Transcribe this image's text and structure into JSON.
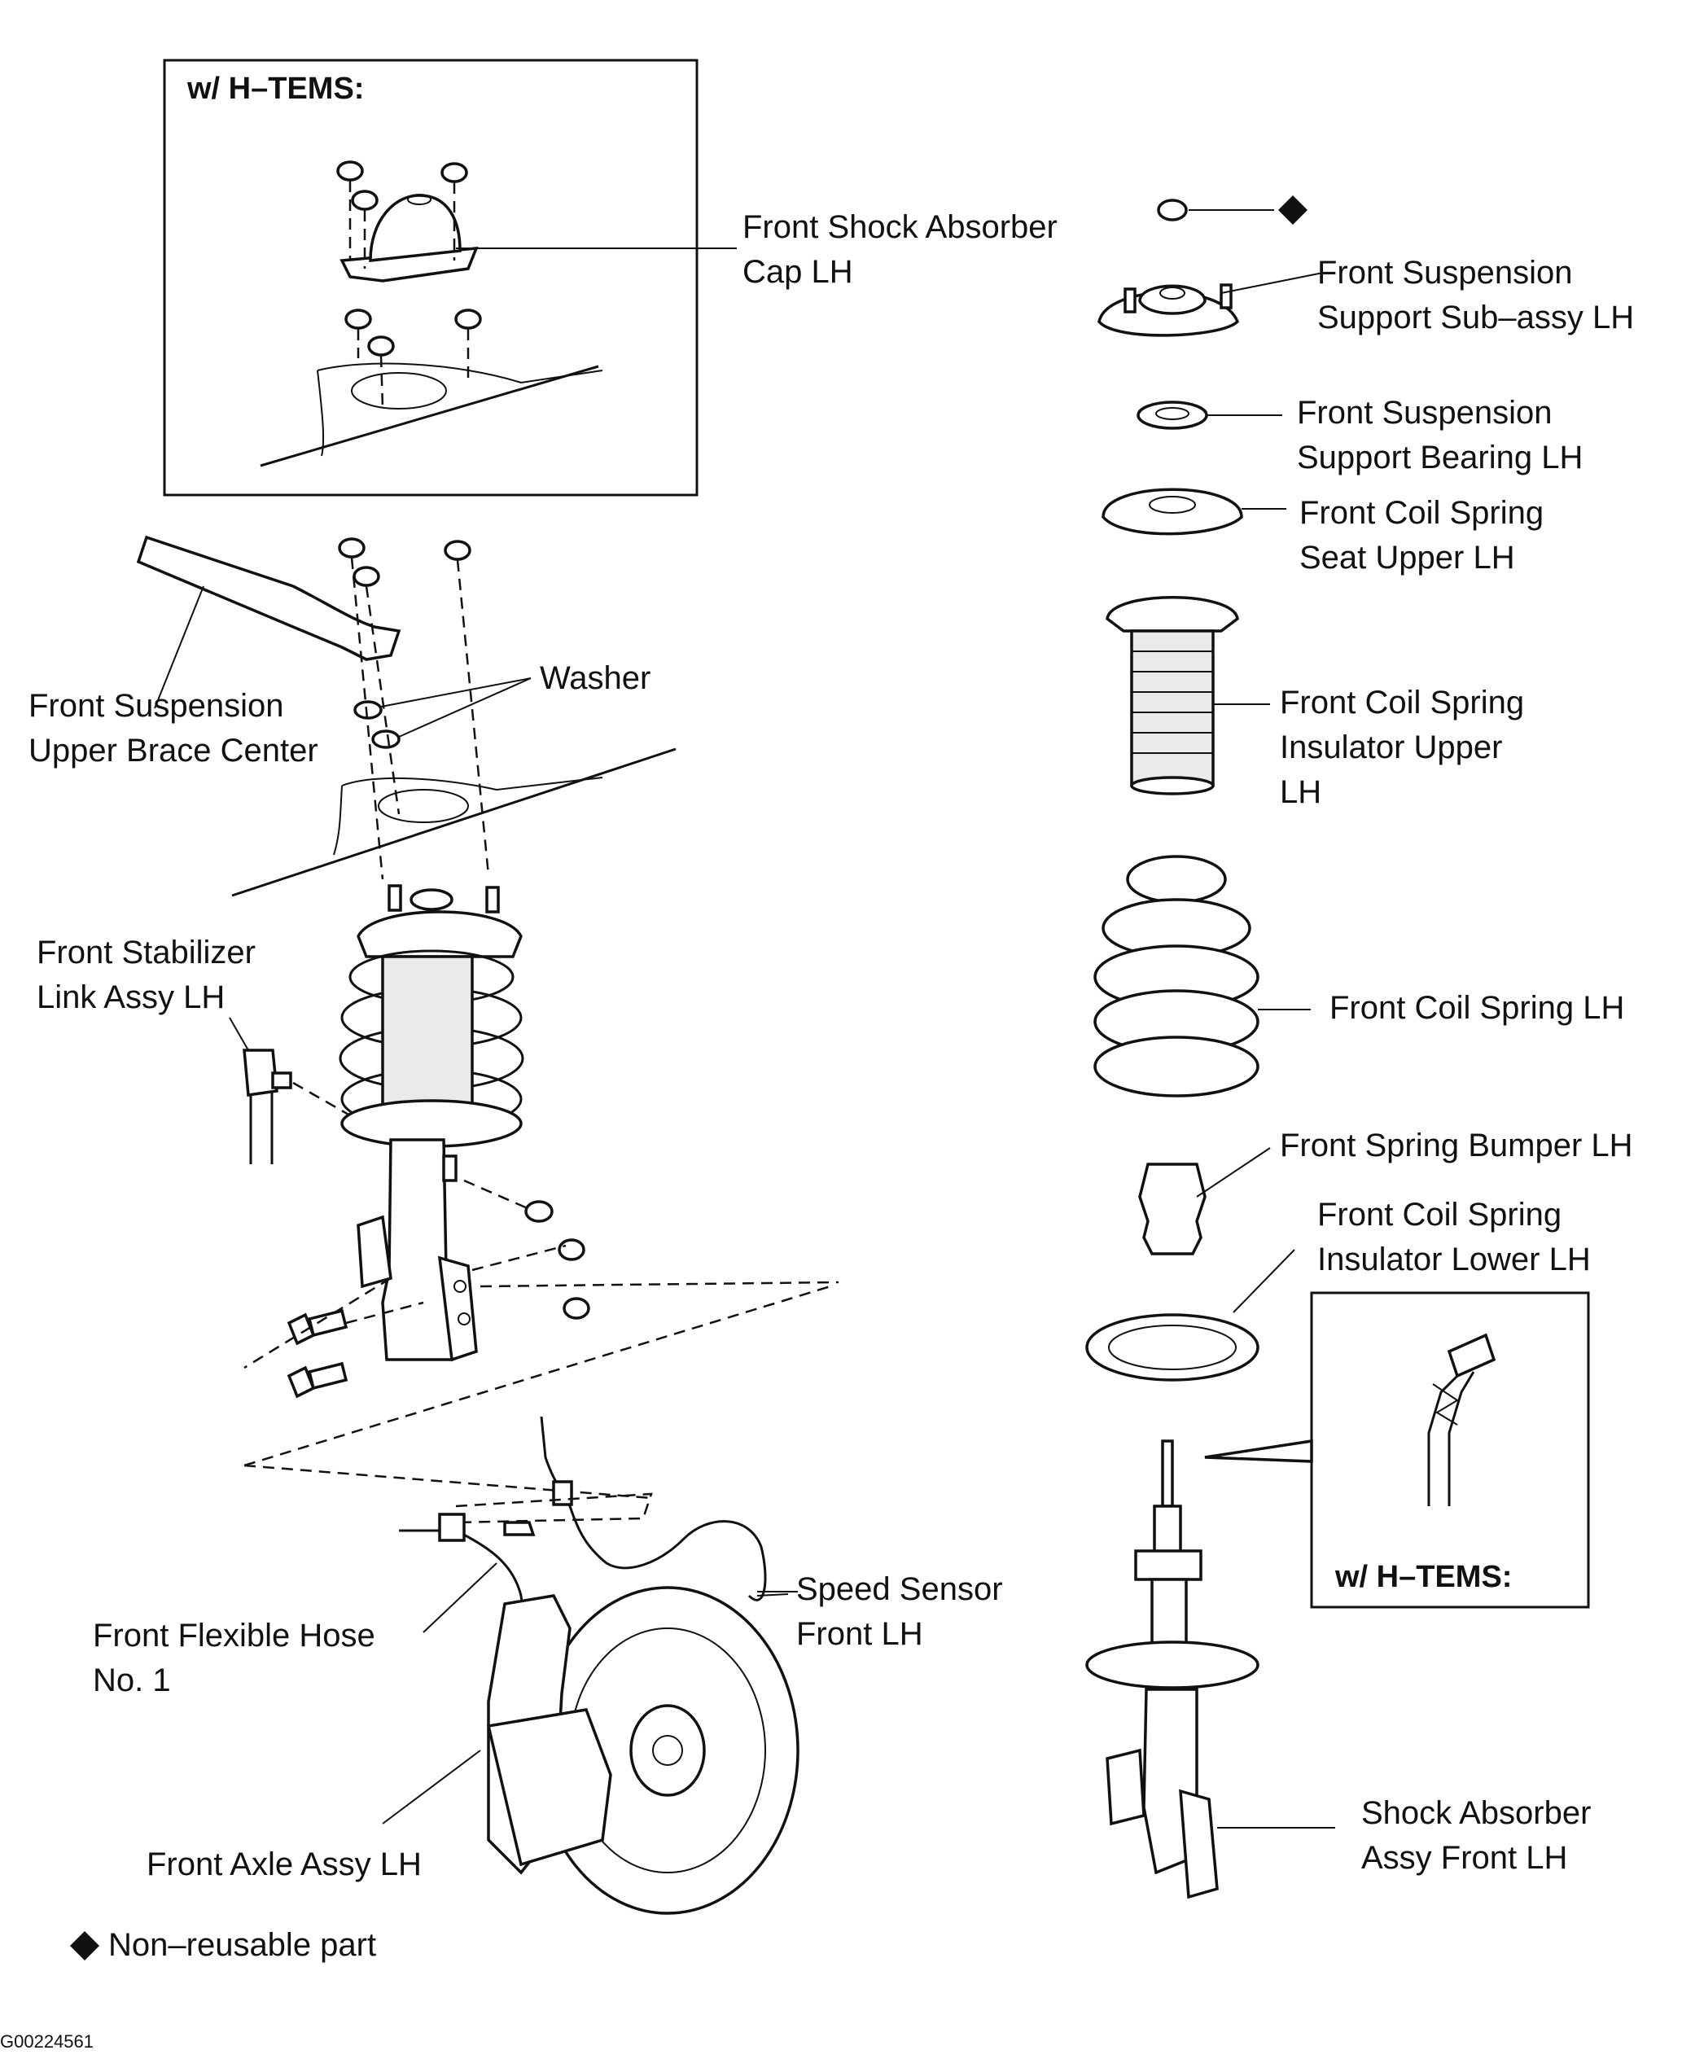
{
  "diagram": {
    "inset_top": {
      "title": "w/ H–TEMS:"
    },
    "inset_right": {
      "title": "w/ H–TEMS:"
    },
    "labels": {
      "cap": [
        "Front Shock Absorber",
        "Cap LH"
      ],
      "support": [
        "Front Suspension",
        "Support Sub–assy LH"
      ],
      "bearing": [
        "Front Suspension",
        "Support Bearing LH"
      ],
      "seat_upper": [
        "Front Coil Spring",
        "Seat Upper LH"
      ],
      "insulator_upper": [
        "Front Coil Spring",
        "Insulator Upper",
        "LH"
      ],
      "coil_spring": [
        "Front Coil Spring LH"
      ],
      "bumper": [
        "Front Spring Bumper LH"
      ],
      "insulator_lower": [
        "Front Coil Spring",
        "Insulator Lower LH"
      ],
      "shock": [
        "Shock Absorber",
        "Assy  Front LH"
      ],
      "washer": [
        "Washer"
      ],
      "brace": [
        "Front Suspension",
        "Upper Brace Center"
      ],
      "stabilizer": [
        "Front Stabilizer",
        "Link Assy LH"
      ],
      "speed_sensor": [
        "Speed Sensor",
        "Front LH"
      ],
      "hose": [
        "Front Flexible Hose",
        "No. 1"
      ],
      "axle": [
        "Front Axle Assy LH"
      ]
    },
    "legend": {
      "symbol": "◆",
      "text": "Non–reusable part"
    },
    "figure_code": "G00224561"
  }
}
